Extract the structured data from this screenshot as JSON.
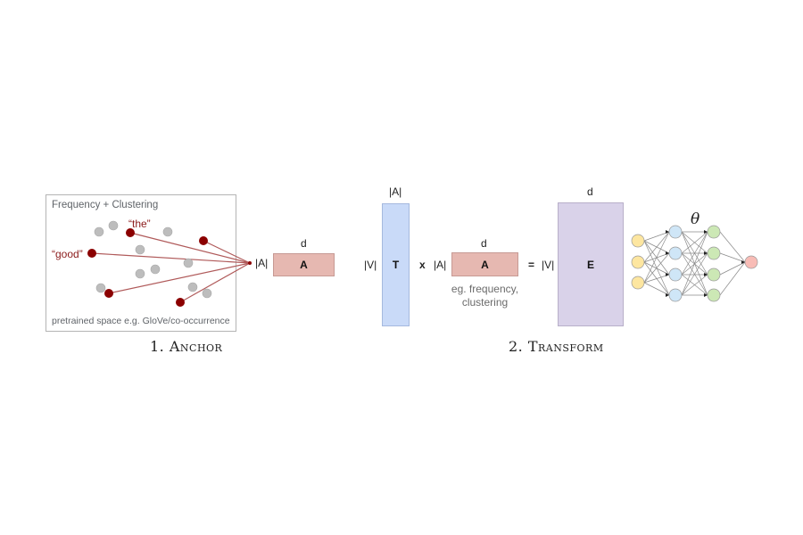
{
  "anchor_panel": {
    "title": "Frequency + Clustering",
    "footer": "pretrained space e.g. GloVe/co-occurrence",
    "word_the": "“the”",
    "word_good": "“good”",
    "colors": {
      "anchor_dot": "#8b0000",
      "other_dot": "#bdbdbd",
      "line": "#b05a5a"
    }
  },
  "anchor_matrix": {
    "rows_label": "|A|",
    "cols_label": "d",
    "name": "A"
  },
  "transform": {
    "T_matrix": {
      "rows_label": "|V|",
      "cols_label": "|A|",
      "name": "T"
    },
    "times": "x",
    "A_matrix": {
      "rows_label": "|A|",
      "cols_label": "d",
      "name": "A",
      "note_line1": "eg. frequency,",
      "note_line2": "clustering"
    },
    "equals": "=",
    "E_matrix": {
      "rows_label": "|V|",
      "cols_label": "d",
      "name": "E"
    }
  },
  "network": {
    "param_label": "θ",
    "layers": [
      {
        "name": "input",
        "nodes": 3,
        "color": "#fde6a0"
      },
      {
        "name": "hidden1",
        "nodes": 4,
        "color": "#cfe6f7"
      },
      {
        "name": "hidden2",
        "nodes": 4,
        "color": "#cce8b5"
      },
      {
        "name": "output",
        "nodes": 1,
        "color": "#f8bcb6"
      }
    ]
  },
  "captions": {
    "anchor": "1. Anchor",
    "transform": "2. Transform"
  }
}
